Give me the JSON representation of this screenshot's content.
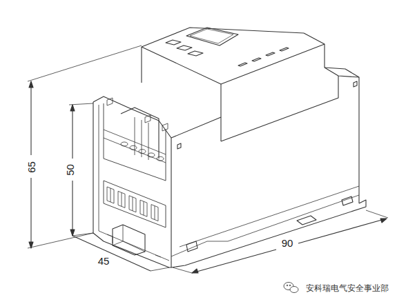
{
  "diagram": {
    "labels": [
      "65",
      "50",
      "45",
      "90",
      "安科瑞电气安全事业部"
    ]
  }
}
